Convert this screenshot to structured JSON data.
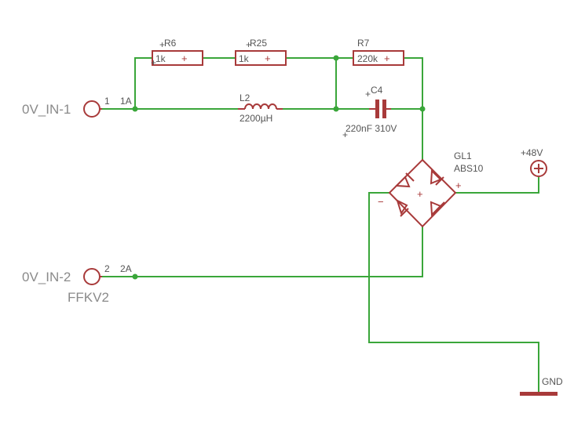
{
  "connectors": {
    "in1": {
      "name": "0V_IN-1",
      "pin": "1",
      "pad": "1A"
    },
    "in2": {
      "name": "0V_IN-2",
      "pin": "2",
      "pad": "2A"
    },
    "part_name": "FFKV2"
  },
  "resistors": {
    "r6": {
      "name": "R6",
      "value": "1k"
    },
    "r25": {
      "name": "R25",
      "value": "1k"
    },
    "r7": {
      "name": "R7",
      "value": "220k"
    }
  },
  "inductor": {
    "name": "L2",
    "value": "2200µH"
  },
  "capacitor": {
    "name": "C4",
    "value": "220nF 310V"
  },
  "bridge": {
    "name": "GL1",
    "value": "ABS10",
    "plus": "+",
    "minus": "−",
    "center": "+"
  },
  "supply": {
    "name": "+48V"
  },
  "ground": {
    "name": "GND"
  },
  "pin_marks": {
    "plus": "+"
  },
  "colors": {
    "wire": "#3aa63a",
    "part": "#a83a3a",
    "label": "#555555"
  }
}
